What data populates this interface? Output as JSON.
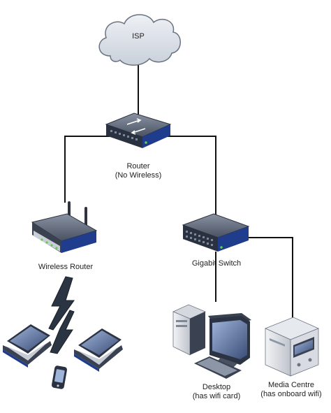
{
  "isp": {
    "label": "ISP"
  },
  "router": {
    "label": "Router",
    "sublabel": "(No Wireless)"
  },
  "wireless_router": {
    "label": "Wireless Router"
  },
  "switch": {
    "label": "Gigabit Switch"
  },
  "desktop": {
    "label": "Desktop",
    "sublabel": "(has wifi card)"
  },
  "media_centre": {
    "label": "Media Centre",
    "sublabel": "(has onboard wifi)"
  },
  "colors": {
    "line": "#111111",
    "cloud_fill": "#d7dce3",
    "cloud_stroke": "#6a7380",
    "device_dark": "#3a4150",
    "device_blue": "#1f3d8c",
    "device_light": "#e4e7ec",
    "led": "#5fcf4a",
    "lightning": "#2a3442"
  }
}
